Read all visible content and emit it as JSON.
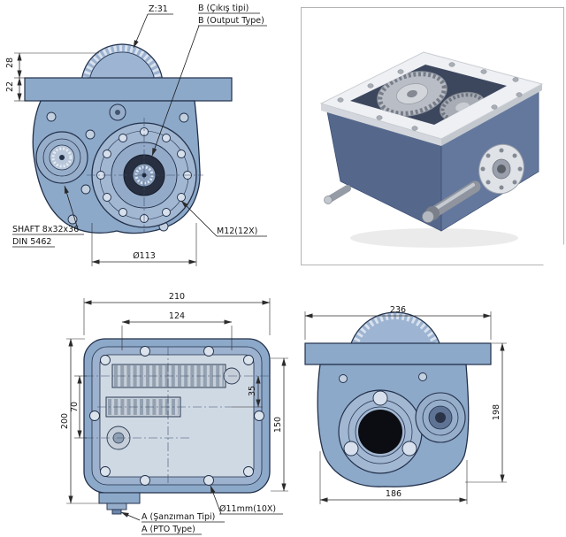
{
  "colors": {
    "body_blue": "#8da9c9",
    "body_light": "#a7bbd5",
    "outline": "#22304a",
    "dimension_line": "#2b2b2b",
    "render_body": "#5d7194",
    "render_flange": "#eef0f3",
    "render_gear": "#b9bdc5"
  },
  "front_view": {
    "z_label": "Z:31",
    "output_line1": "B (Çıkış tipi)",
    "output_line2": "B (Output Type)",
    "dim_28": "28",
    "dim_22": "22",
    "shaft_line1": "SHAFT 8x32x36",
    "shaft_line2": "DIN 5462",
    "dim_dia113": "Ø113",
    "m12_label": "M12(12X)"
  },
  "section_view": {
    "dim_210": "210",
    "dim_124": "124",
    "dim_200": "200",
    "dim_70": "70",
    "dim_35": "35",
    "dim_150": "150",
    "pto_line1": "A (Şanzıman Tipi)",
    "pto_line2": "A (PTO Type)",
    "hole_label": "Ø11mm(10X)"
  },
  "side_view": {
    "dim_236": "236",
    "dim_198": "198",
    "dim_186": "186"
  }
}
